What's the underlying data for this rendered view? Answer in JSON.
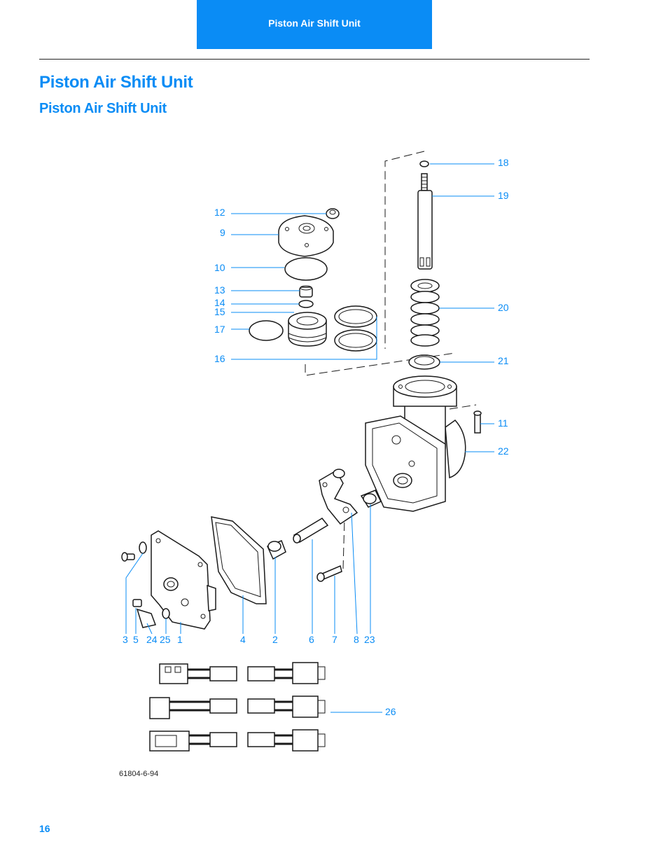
{
  "header": {
    "tab_label": "Piston Air Shift Unit"
  },
  "page": {
    "title": "Piston Air Shift Unit",
    "subtitle": "Piston Air Shift Unit",
    "page_number": "16"
  },
  "figure": {
    "figure_id": "61804-6-94",
    "callouts": [
      "18",
      "19",
      "12",
      "9",
      "10",
      "13",
      "14",
      "15",
      "17",
      "16",
      "20",
      "21",
      "11",
      "22",
      "3",
      "5",
      "24",
      "25",
      "1",
      "4",
      "2",
      "6",
      "7",
      "8",
      "23",
      "26"
    ]
  },
  "colors": {
    "accent": "#0a8cf5",
    "line": "#1a1a1a"
  }
}
